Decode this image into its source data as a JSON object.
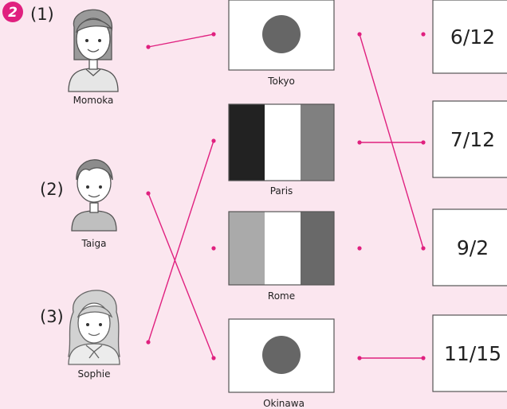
{
  "exercise": {
    "badge": "2",
    "accent": "#e0207f",
    "background": "#fbe6ef"
  },
  "people": [
    {
      "number": "(1)",
      "name": "Momoka",
      "icon": "girl-short-hair-icon"
    },
    {
      "number": "(2)",
      "name": "Taiga",
      "icon": "boy-icon"
    },
    {
      "number": "(3)",
      "name": "Sophie",
      "icon": "girl-wavy-hair-icon"
    }
  ],
  "flags": [
    {
      "caption": "Tokyo",
      "icon": "japan-flag-icon"
    },
    {
      "caption": "Paris",
      "icon": "france-flag-icon"
    },
    {
      "caption": "Rome",
      "icon": "italy-flag-icon"
    },
    {
      "caption": "Okinawa",
      "icon": "japan-flag-icon"
    }
  ],
  "dates": [
    "6/12",
    "7/12",
    "9/2",
    "11/15"
  ]
}
